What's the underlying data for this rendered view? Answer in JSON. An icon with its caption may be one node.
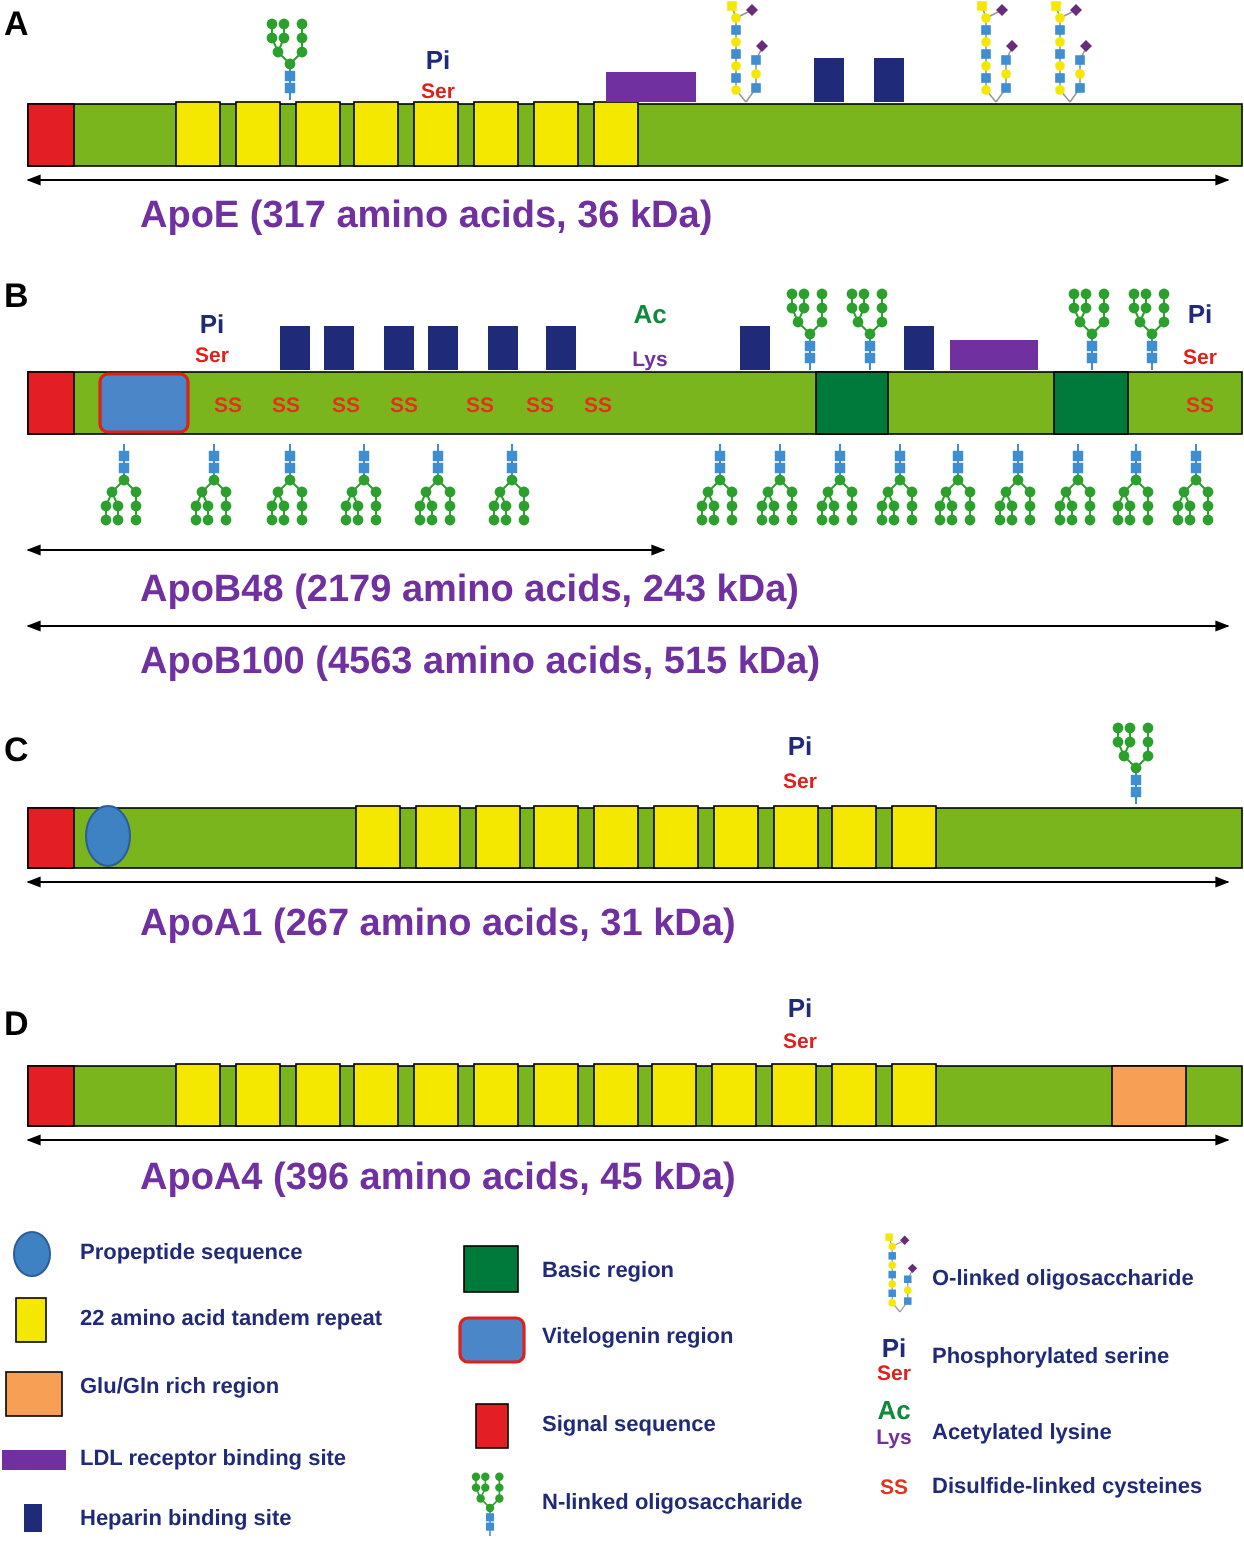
{
  "diagram": {
    "labels": [
      "A",
      "Pi",
      "Ser",
      "ApoE (317 amino acids, 36 kDa)",
      "B",
      "Pi",
      "Ser",
      "Ac",
      "Lys",
      "Pi",
      "Ser",
      "SS",
      "SS",
      "SS",
      "SS",
      "SS",
      "SS",
      "SS",
      "SS",
      "ApoB48 (2179 amino acids, 243 kDa)",
      "ApoB100 (4563 amino acids, 515 kDa)",
      "C",
      "Pi",
      "Ser",
      "ApoA1 (267 amino acids, 31 kDa)",
      "D",
      "Pi",
      "Ser",
      "ApoA4 (396 amino acids, 45 kDa)",
      "Pi",
      "Ser",
      "Ac",
      "Lys",
      "SS"
    ],
    "legend": [
      {
        "text": "Propeptide sequence",
        "color": "#3f82c4"
      },
      {
        "text": "22 amino acid tandem repeat",
        "color": "#f5e800"
      },
      {
        "text": "Glu/Gln rich region",
        "color": "#f79f55"
      },
      {
        "text": "LDL receptor binding site",
        "color": "#7030a0"
      },
      {
        "text": "Heparin binding site",
        "color": "#1f2a78"
      },
      {
        "text": "Basic region",
        "color": "#007a3a"
      },
      {
        "text": "Vitelogenin region",
        "color": "#4a86c8"
      },
      {
        "text": "Signal sequence",
        "color": "#e41e25"
      },
      {
        "text": "N-linked oligosaccharide"
      },
      {
        "text": "O-linked oligosaccharide"
      },
      {
        "text": "Phosphorylated serine"
      },
      {
        "text": "Acetylated lysine"
      },
      {
        "text": "Disulfide-linked cysteines"
      }
    ]
  }
}
